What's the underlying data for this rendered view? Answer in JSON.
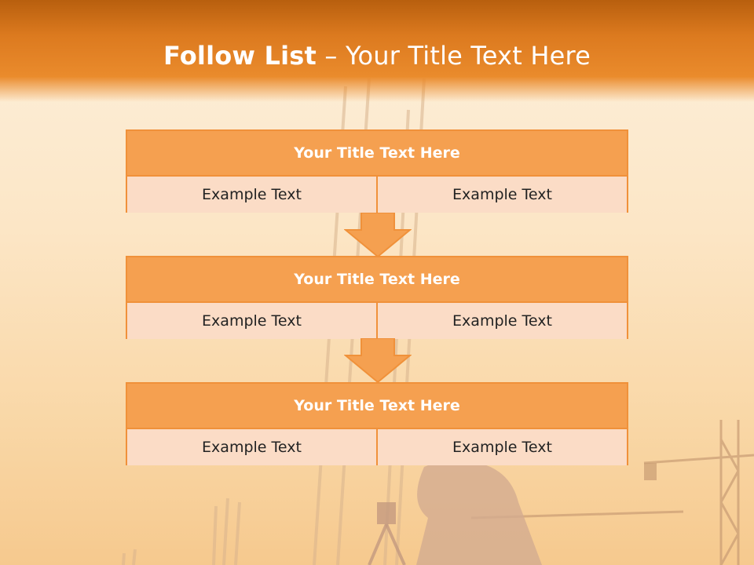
{
  "title": {
    "bold": "Follow List",
    "light": "– Your Title Text Here"
  },
  "blocks": [
    {
      "title": "Your Title Text Here",
      "left": "Example Text",
      "right": "Example Text"
    },
    {
      "title": "Your Title Text Here",
      "left": "Example Text",
      "right": "Example Text"
    },
    {
      "title": "Your Title Text Here",
      "left": "Example Text",
      "right": "Example Text"
    }
  ],
  "colors": {
    "header": "#dc7a1f",
    "block_title": "#f5a050",
    "block_cell": "#fbdcc6",
    "border": "#f0913a"
  }
}
